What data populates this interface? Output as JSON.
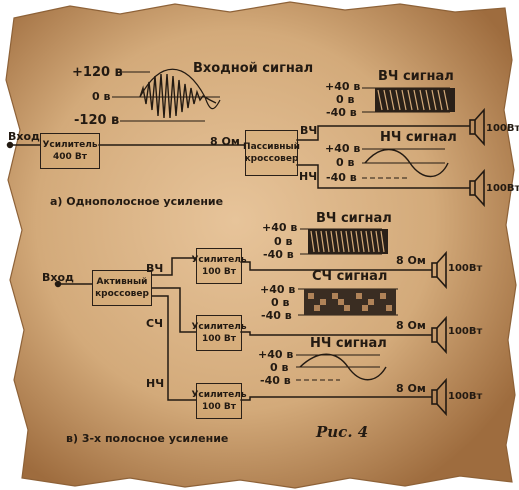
{
  "diagram": {
    "colors": {
      "paper": "#d3aa7a",
      "paper_edge": "#8e6238",
      "ink": "#231a12"
    },
    "section_a": {
      "input_label": "Вход",
      "amp_label_1": "Усилитель",
      "amp_label_2": "400 Вт",
      "crossover_label_1": "Пассивный",
      "crossover_label_2": "кроссовер",
      "input_signal_title": "Входной сигнал",
      "v_plus": "+120 в",
      "v_zero": "0 в",
      "v_minus": "-120 в",
      "impedance": "8 Ом",
      "hf_tag": "ВЧ",
      "lf_tag": "НЧ",
      "hf_signal_title": "ВЧ сигнал",
      "lf_signal_title": "НЧ сигнал",
      "hf_plus": "+40 в",
      "hf_zero": "0 в",
      "hf_minus": "-40 в",
      "lf_plus": "+40 в",
      "lf_zero": "0 в",
      "lf_minus": "-40 в",
      "spk_hf_power": "100Вт",
      "spk_lf_power": "100Вт",
      "caption": "а) Однополосное усиление"
    },
    "section_b": {
      "input_label": "Вход",
      "crossover_label_1": "Активный",
      "crossover_label_2": "кроссовер",
      "hf_tag": "ВЧ",
      "mf_tag": "СЧ",
      "lf_tag": "НЧ",
      "amp1_label_1": "Усилитель",
      "amp1_label_2": "100 Вт",
      "amp2_label_1": "Усилитель",
      "amp2_label_2": "100 Вт",
      "amp3_label_1": "Усилитель",
      "amp3_label_2": "100 Вт",
      "hf_signal_title": "ВЧ сигнал",
      "mf_signal_title": "СЧ сигнал",
      "lf_signal_title": "НЧ сигнал",
      "hf_plus": "+40 в",
      "hf_zero": "0 в",
      "hf_minus": "-40 в",
      "mf_plus": "+40 в",
      "mf_zero": "0 в",
      "mf_minus": "-40 в",
      "lf_plus": "+40 в",
      "lf_zero": "0 в",
      "lf_minus": "-40 в",
      "imp_hf": "8 Ом",
      "imp_mf": "8 Ом",
      "imp_lf": "8 Ом",
      "spk_hf_power": "100Вт",
      "spk_mf_power": "100Вт",
      "spk_lf_power": "100Вт",
      "caption": "в) 3-х полосное усиление"
    },
    "figure_label": "Рис. 4"
  }
}
